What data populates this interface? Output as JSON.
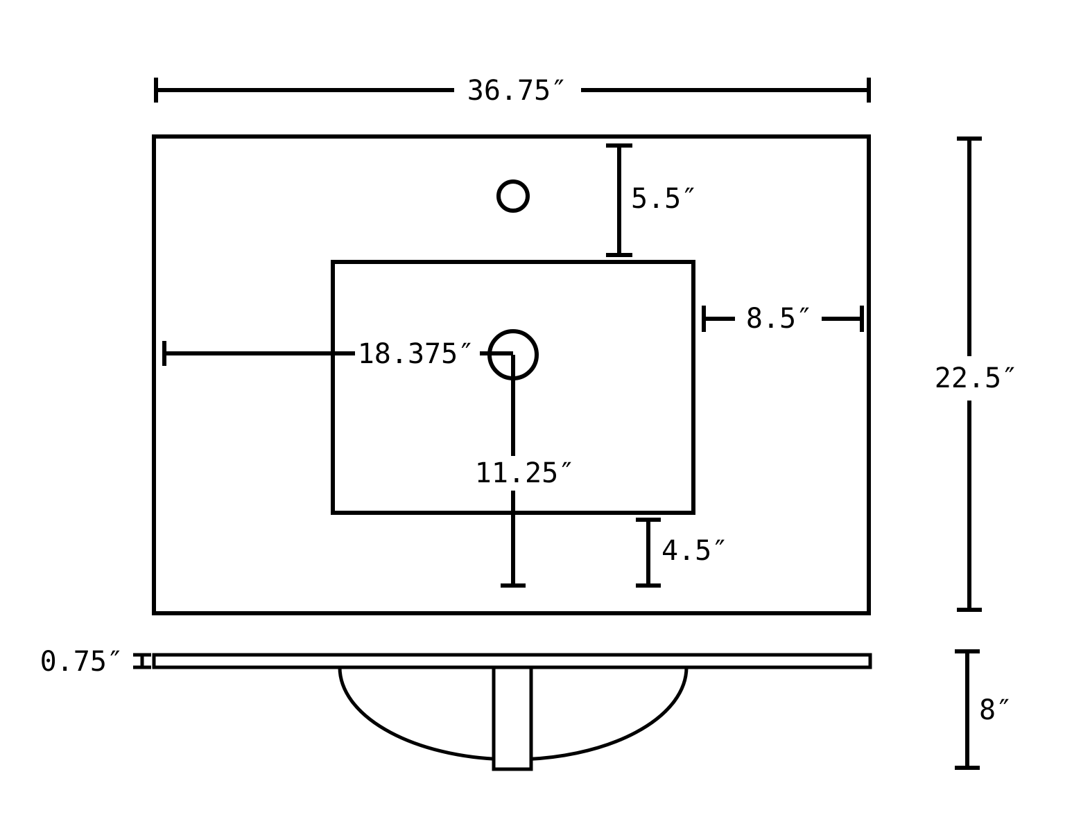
{
  "dims": {
    "overall_width": "36.75″",
    "overall_depth": "22.5″",
    "faucet_center_from_top": "5.5″",
    "basin_to_right_edge": "8.5″",
    "drain_from_left_edge": "18.375″",
    "drain_to_front_edge": "11.25″",
    "basin_to_front_edge": "4.5″",
    "slab_thickness": "0.75″",
    "bowl_depth": "8″"
  },
  "colors": {
    "line": "#000000",
    "background": "#ffffff"
  }
}
